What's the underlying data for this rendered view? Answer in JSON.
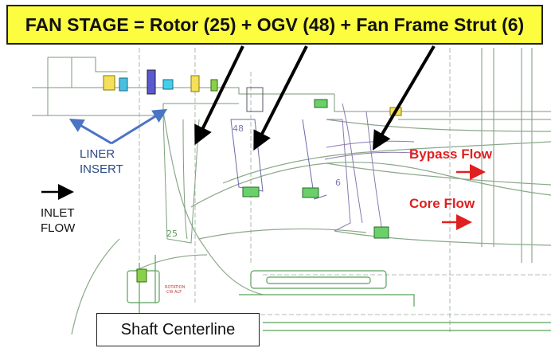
{
  "banner": {
    "text": "FAN STAGE = Rotor (25) + OGV (48) + Fan Frame Strut (6)"
  },
  "labels": {
    "liner_line1": "LINER",
    "liner_line2": "INSERT",
    "inlet_line1": "INLET",
    "inlet_line2": "FLOW",
    "bypass": "Bypass Flow",
    "core": "Core Flow",
    "shaft": "Shaft Centerline"
  },
  "part_numbers": {
    "rotor": "25",
    "ogv": "48",
    "strut": "6"
  },
  "colors": {
    "banner_bg": "#fdfd40",
    "flow_arrow": "#e02020",
    "liner_arrow": "#4a74c4",
    "drawing_line": "#6a8a6a",
    "annotation_arrow": "#000000"
  }
}
